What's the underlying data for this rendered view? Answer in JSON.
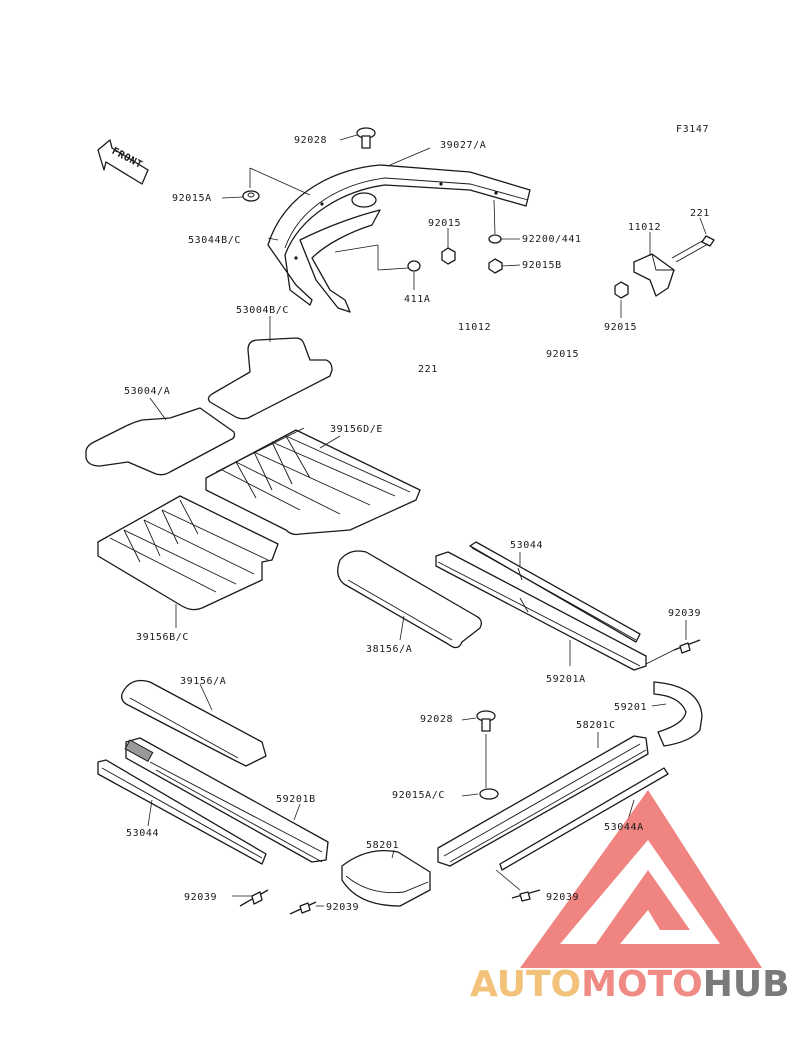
{
  "figure_code": "F3147",
  "front_label": "FRONT",
  "parts": [
    {
      "id": "p92028a",
      "label": "92028"
    },
    {
      "id": "p39027a",
      "label": "39027/A"
    },
    {
      "id": "p92015a",
      "label": "92015A"
    },
    {
      "id": "p53044bc",
      "label": "53044B/C"
    },
    {
      "id": "p92015",
      "label": "92015"
    },
    {
      "id": "p92200",
      "label": "92200/441"
    },
    {
      "id": "p92015b",
      "label": "92015B"
    },
    {
      "id": "p411a",
      "label": "411A"
    },
    {
      "id": "p221a",
      "label": "221"
    },
    {
      "id": "p11012a",
      "label": "11012"
    },
    {
      "id": "p92015c",
      "label": "92015"
    },
    {
      "id": "p53004bc",
      "label": "53004B/C"
    },
    {
      "id": "p11012b",
      "label": "11012"
    },
    {
      "id": "p92015d",
      "label": "92015"
    },
    {
      "id": "p221b",
      "label": "221"
    },
    {
      "id": "p53004a",
      "label": "53004/A"
    },
    {
      "id": "p39156de",
      "label": "39156D/E"
    },
    {
      "id": "p53044a1",
      "label": "53044"
    },
    {
      "id": "p39156bc",
      "label": "39156B/C"
    },
    {
      "id": "p92039a",
      "label": "92039"
    },
    {
      "id": "p38156a1",
      "label": "38156/A"
    },
    {
      "id": "p59201a",
      "label": "59201A"
    },
    {
      "id": "p39156a2",
      "label": "39156/A"
    },
    {
      "id": "p59201",
      "label": "59201"
    },
    {
      "id": "p92028b",
      "label": "92028"
    },
    {
      "id": "p58201c",
      "label": "58201C"
    },
    {
      "id": "p59201b",
      "label": "59201B"
    },
    {
      "id": "p92015ac",
      "label": "92015A/C"
    },
    {
      "id": "p53044a2",
      "label": "53044"
    },
    {
      "id": "p53044a3",
      "label": "53044A"
    },
    {
      "id": "p58201",
      "label": "58201"
    },
    {
      "id": "p92039b",
      "label": "92039"
    },
    {
      "id": "p92039c",
      "label": "92039"
    },
    {
      "id": "p92039d",
      "label": "92039"
    }
  ],
  "watermark": {
    "part1": "AUTO",
    "part2": "MOTO",
    "part3": "HUB",
    "color1": "#f2c27a",
    "color2": "#f08a84",
    "color3": "#7a7a7a",
    "triangle_color": "#ee6f6b"
  }
}
